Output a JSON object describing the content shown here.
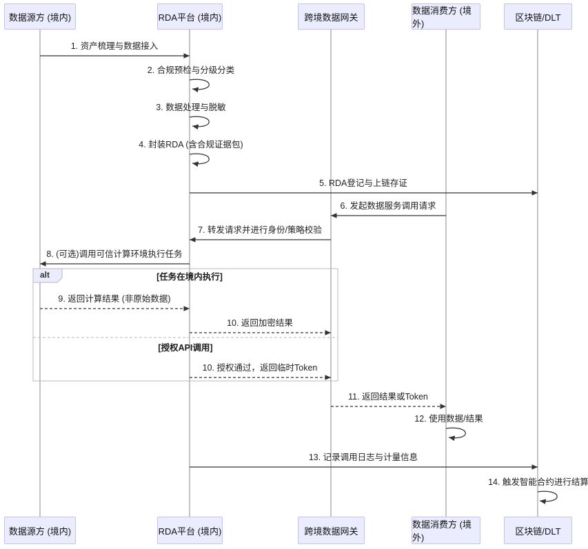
{
  "participants": [
    {
      "label": "数据源方 (境内)"
    },
    {
      "label": "RDA平台 (境内)"
    },
    {
      "label": "跨境数据网关"
    },
    {
      "label": "数据消费方 (境外)"
    },
    {
      "label": "区块链/DLT"
    }
  ],
  "messages": [
    "1. 资产梳理与数据接入",
    "2. 合规预检与分级分类",
    "3. 数据处理与脱敏",
    "4. 封装RDA (含合规证据包)",
    "5. RDA登记与上链存证",
    "6. 发起数据服务调用请求",
    "7. 转发请求并进行身份/策略校验",
    "8. (可选)调用可信计算环境执行任务",
    "9. 返回计算结果 (非原始数据)",
    "10. 返回加密结果",
    "10. 授权通过，返回临时Token",
    "11. 返回结果或Token",
    "12. 使用数据/结果",
    "13. 记录调用日志与计量信息",
    "14. 触发智能合约进行结算"
  ],
  "alt": {
    "keyword": "alt",
    "condition_domestic": "[任务在境内执行]",
    "condition_api": "[授权API调用]"
  },
  "colors": {
    "actor_fill": "#ECECFF",
    "actor_border": "#c3c3e6",
    "lifeline": "#8a8a8a",
    "arrow": "#333333",
    "frame_border": "#b8b8b8"
  }
}
